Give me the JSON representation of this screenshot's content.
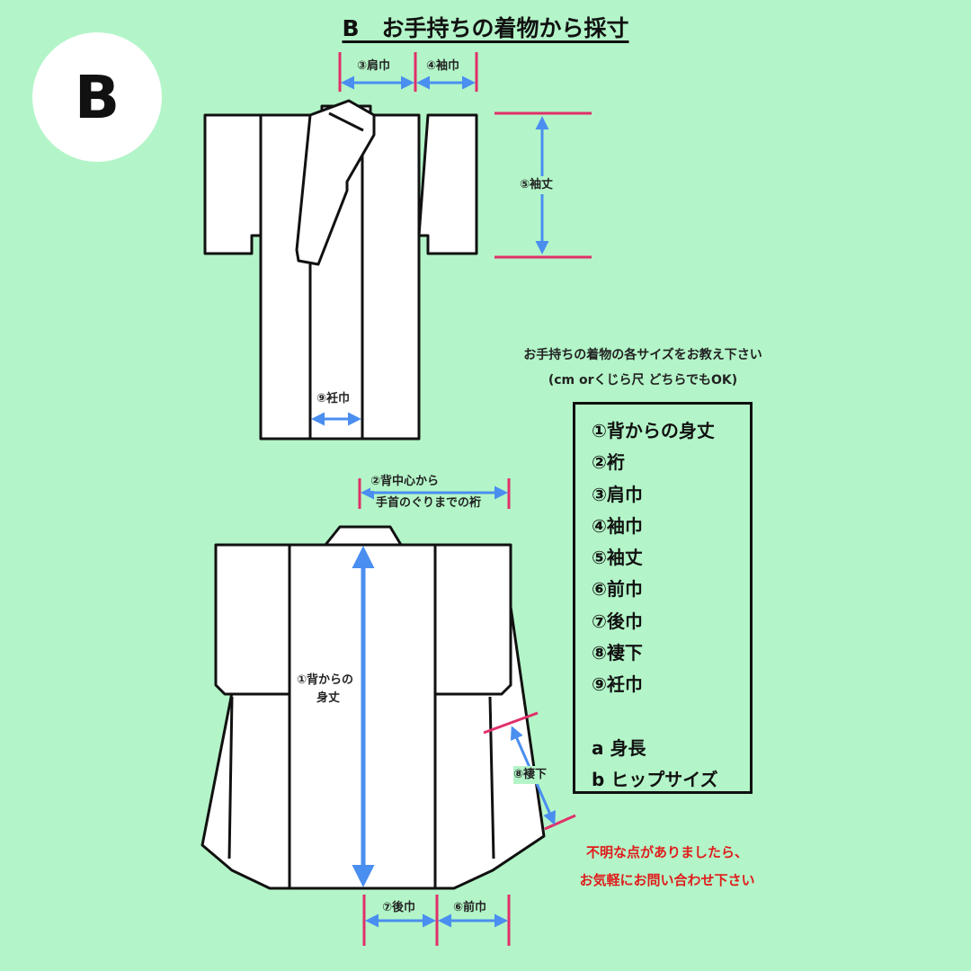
{
  "badge": "B",
  "title": "B　お手持ちの着物から採寸",
  "labels": {
    "kata_haba": "③肩巾",
    "sode_haba": "④袖巾",
    "sode_take": "⑤袖丈",
    "okumi_haba": "⑨衽巾",
    "yuki_line1": "②背中心から",
    "yuki_line2": "手首のぐりまでの裄",
    "mitake_line1": "①背からの",
    "mitake_line2": "身丈",
    "tsuma_shita": "⑧褄下",
    "ushiro_haba": "⑦後巾",
    "mae_haba": "⑥前巾"
  },
  "instruction": {
    "line1": "お手持ちの着物の各サイズをお教え下さい",
    "line2": "(cm orくじら尺 どちらでもOK)"
  },
  "list": {
    "items": [
      "①背からの身丈",
      "②裄",
      "③肩巾",
      "④袖巾",
      "⑤袖丈",
      "⑥前巾",
      "⑦後巾",
      "⑧褄下",
      "⑨衽巾"
    ],
    "extra": [
      "a 身長",
      "b ヒップサイズ"
    ]
  },
  "note": {
    "line1": "不明な点がありましたら、",
    "line2": "お気軽にお問い合わせ下さい"
  },
  "colors": {
    "background": "#b3f5c8",
    "arrow": "#4a8ef0",
    "tick": "#e0306a",
    "outline": "#111111",
    "note": "#e01c1c"
  }
}
